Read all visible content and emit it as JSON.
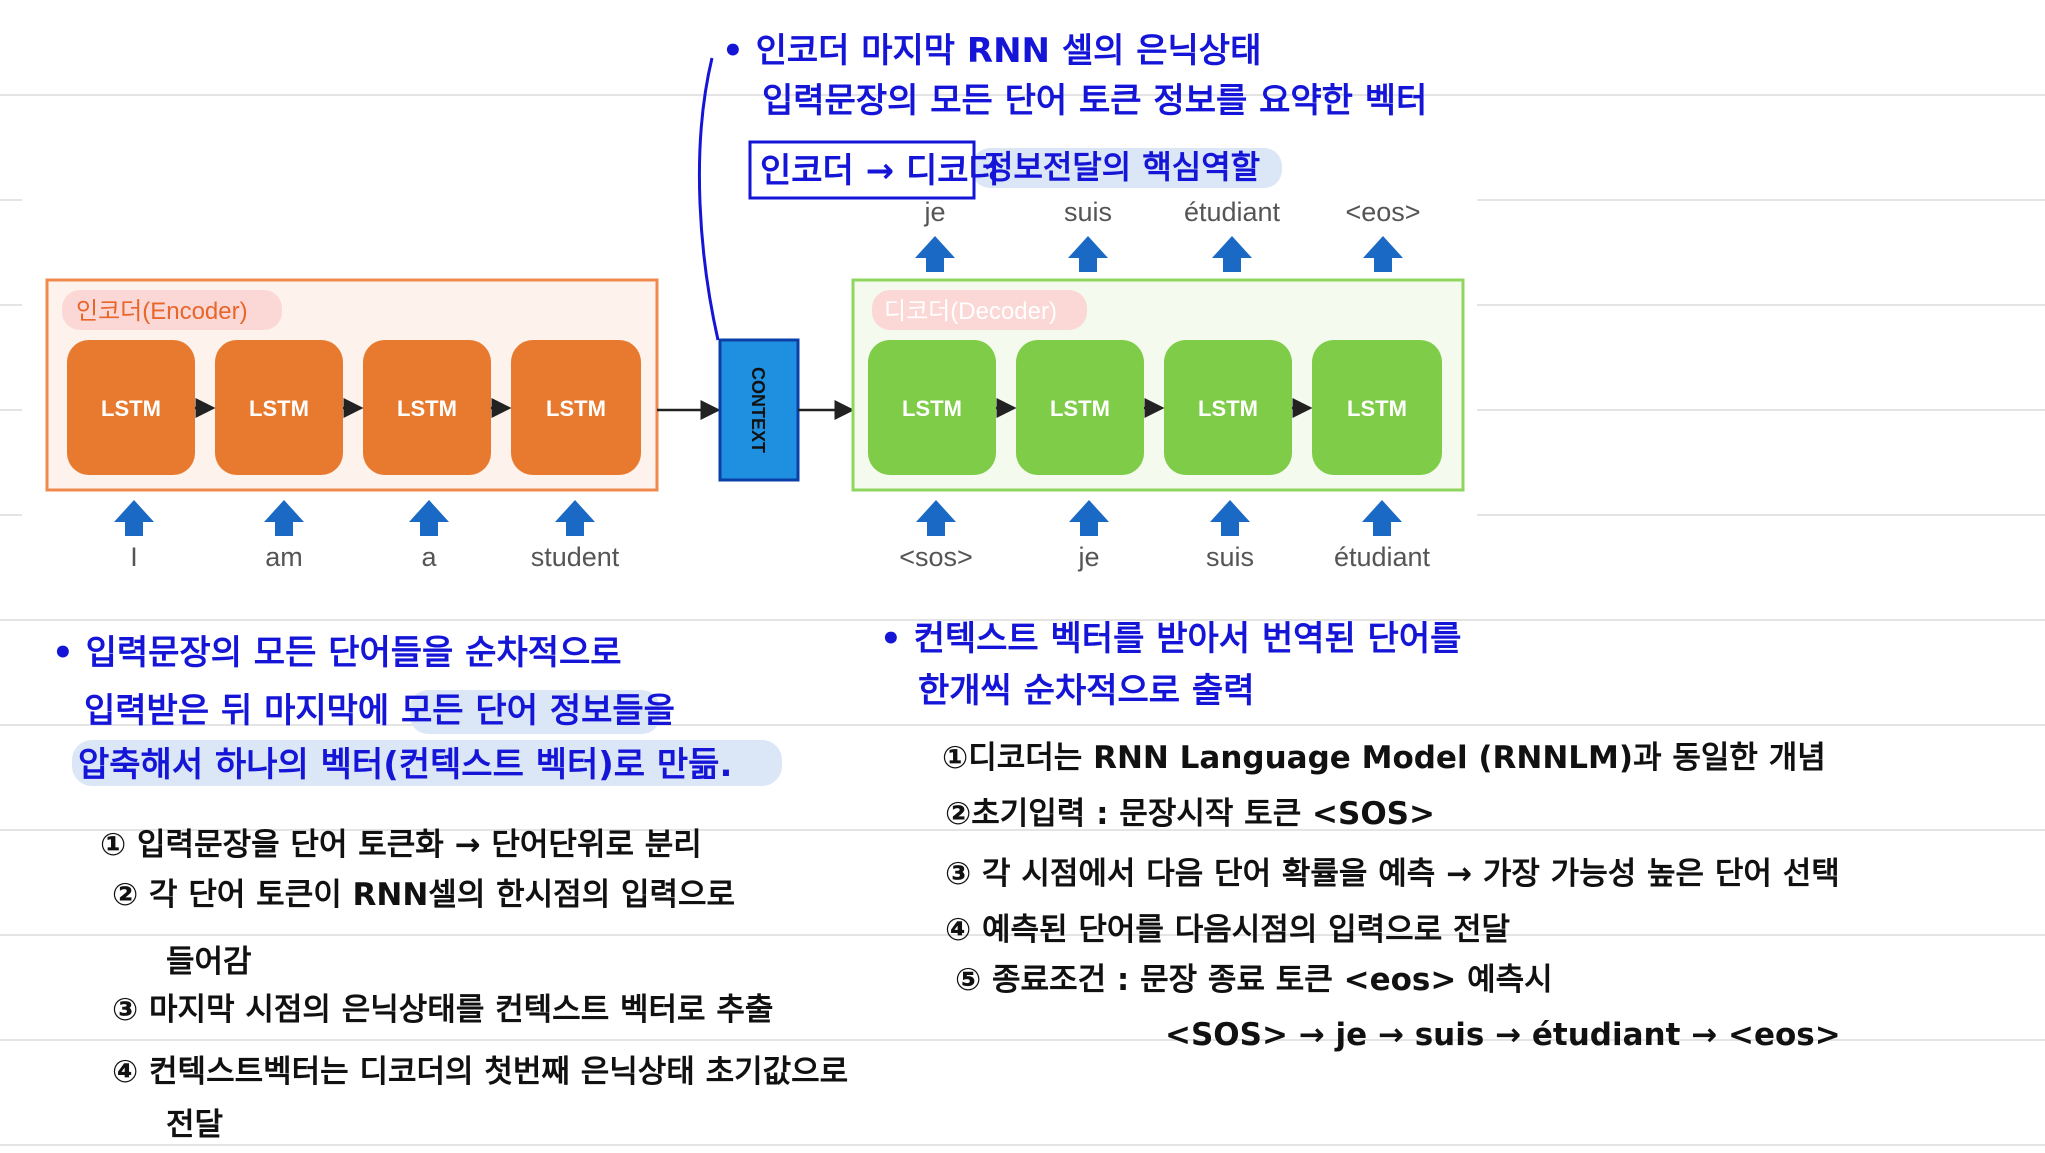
{
  "colors": {
    "encoder_cell": "#e87a2f",
    "encoder_border": "#f08a4c",
    "decoder_cell": "#7fcc48",
    "decoder_border": "#8fd65e",
    "context_fill": "#1f8fe0",
    "arrow_blue": "#1a69c4",
    "handwriting_blue": "#1515d8",
    "highlight": "#dbe6f6",
    "tag_pink": "#fbd8d6"
  },
  "diagram": {
    "encoder_tag": "인코더(Encoder)",
    "decoder_tag": "디코더(Decoder)",
    "context_label": "CONTEXT",
    "lstm_label": "LSTM",
    "encoder_inputs": [
      "I",
      "am",
      "a",
      "student"
    ],
    "decoder_inputs": [
      "<sos>",
      "je",
      "suis",
      "étudiant"
    ],
    "decoder_outputs": [
      "je",
      "suis",
      "étudiant",
      "<eos>"
    ]
  },
  "notes": {
    "context_note": {
      "line1": "• 인코더 마지막 RNN 셀의 은닉상태",
      "line2": "입력문장의 모든 단어 토큰 정보를 요약한 벡터",
      "boxed": "인코더 → 디코더",
      "line3_rest": "정보전달의 핵심역할"
    },
    "encoder_note": {
      "line1": "• 입력문장의 모든 단어들을 순차적으로",
      "line2": "입력받은 뒤 마지막에 모든 단어 정보들을",
      "line3": "압축해서 하나의 벡터(컨텍스트 벡터)로 만듦.",
      "steps": [
        "① 입력문장을 단어 토큰화 → 단어단위로 분리",
        "② 각 단어 토큰이 RNN셀의 한시점의 입력으로",
        "들어감",
        "③ 마지막 시점의 은닉상태를 컨텍스트 벡터로 추출",
        "④ 컨텍스트벡터는 디코더의 첫번째 은닉상태 초기값으로",
        "전달"
      ]
    },
    "decoder_note": {
      "line1": "• 컨텍스트 벡터를 받아서 번역된 단어를",
      "line2": "한개씩 순차적으로 출력",
      "steps": [
        "①디코더는 RNN Language Model (RNNLM)과 동일한 개념",
        "②초기입력 : 문장시작 토큰 <SOS>",
        "③ 각 시점에서 다음 단어 확률을 예측 → 가장 가능성 높은 단어 선택",
        "④ 예측된 단어를 다음시점의 입력으로 전달",
        "⑤ 종료조건 : 문장 종료 토큰 <eos> 예측시",
        "<SOS> → je → suis → étudiant → <eos>"
      ]
    }
  }
}
